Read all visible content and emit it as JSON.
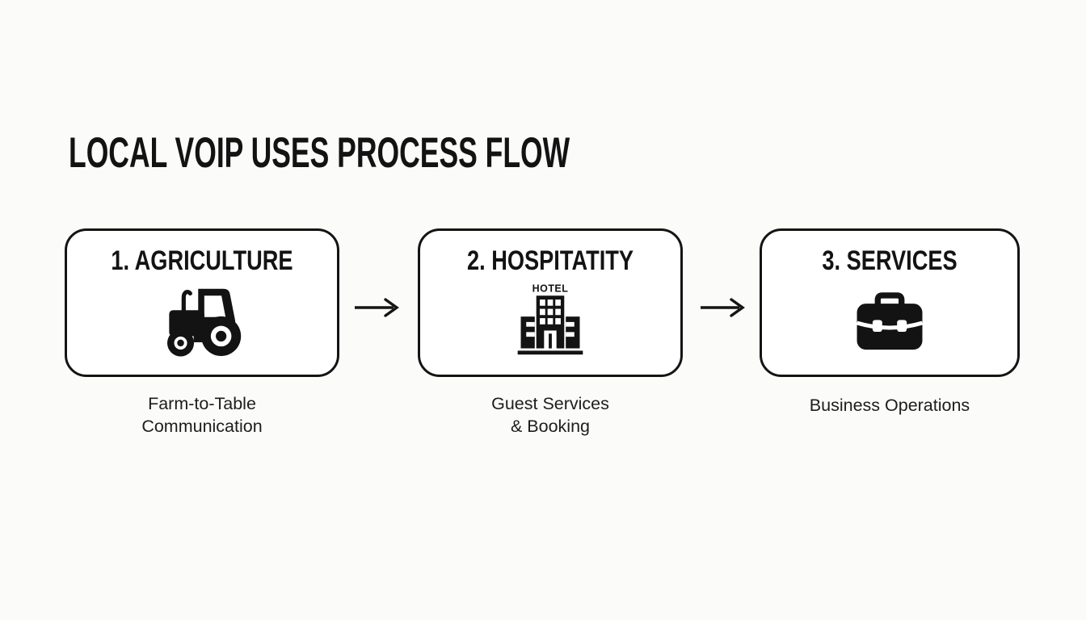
{
  "title": "LOCAL VOIP USES PROCESS FLOW",
  "colors": {
    "background": "#fbfbfa",
    "ink": "#141414",
    "box_background": "#ffffff",
    "box_border": "#141414"
  },
  "steps": [
    {
      "heading": "1. AGRICULTURE",
      "icon": "tractor-icon",
      "caption": "Farm-to-Table\nCommunication"
    },
    {
      "heading": "2. HOSPITATITY",
      "icon": "hotel-icon",
      "icon_label": "HOTEL",
      "caption": "Guest Services\n& Booking"
    },
    {
      "heading": "3. SERVICES",
      "icon": "briefcase-icon",
      "caption": "Business Operations"
    }
  ],
  "connectors": [
    {
      "icon": "right-arrow-icon"
    },
    {
      "icon": "right-arrow-icon"
    }
  ]
}
